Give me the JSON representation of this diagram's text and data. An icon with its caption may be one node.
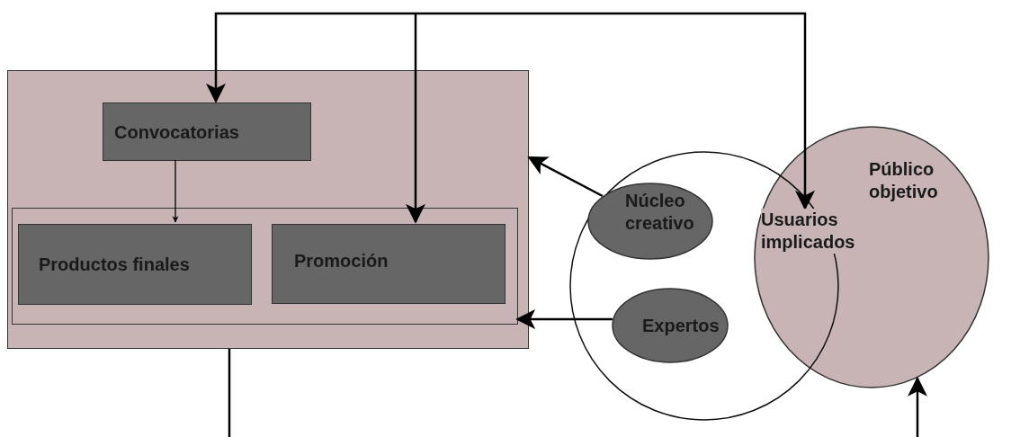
{
  "diagram": {
    "nodes": [
      {
        "text": [],
        "shape": "box"
      },
      {
        "text": [
          "Convocatorias"
        ],
        "in": 0
      },
      {
        "text": [],
        "shape": "box",
        "in": 0
      },
      {
        "text": [
          "Productos finales"
        ],
        "in": 2
      },
      {
        "text": [
          "Promoción"
        ],
        "in": 2
      },
      {
        "text": [],
        "shape": "circle"
      },
      {
        "text": [
          "Núcleo creativo"
        ],
        "in": 5
      },
      {
        "text": [
          "Expertos"
        ],
        "in": 5
      },
      {
        "text": [
          "Público objetivo"
        ]
      },
      {
        "text": [
          "Usuarios implicados"
        ],
        "in": 8
      }
    ],
    "edges": [
      {
        "from": null,
        "to": 1,
        "arrow": "to"
      },
      {
        "from": null,
        "to": 4,
        "arrow": "to"
      },
      {
        "from": null,
        "to": 9,
        "arrow": "to"
      },
      {
        "from": 1,
        "to": 3,
        "arrow": "to"
      },
      {
        "from": 6,
        "to": 0,
        "arrow": "to"
      },
      {
        "from": 7,
        "to": 2,
        "arrow": "to"
      },
      {
        "from": 0,
        "to": null,
        "arrow": "none"
      },
      {
        "from": null,
        "to": 8,
        "arrow": "to"
      }
    ]
  }
}
